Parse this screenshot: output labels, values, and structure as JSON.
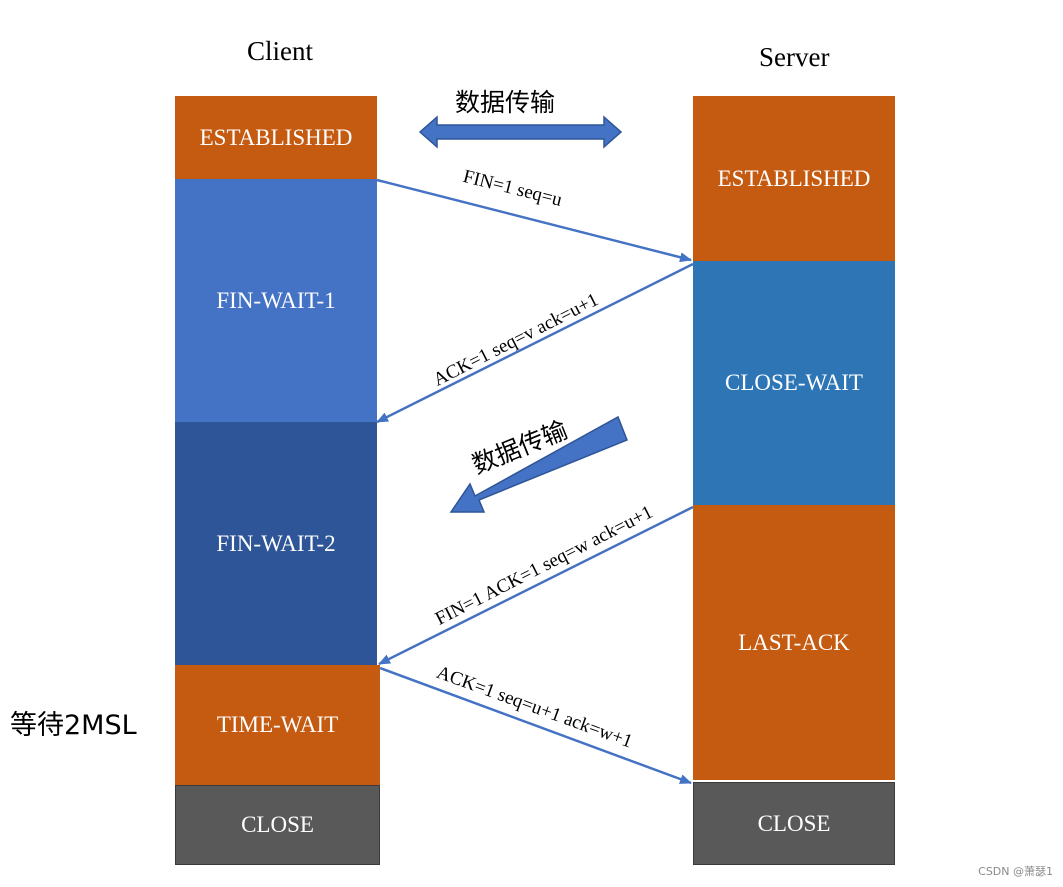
{
  "client": {
    "title": "Client",
    "states": [
      "ESTABLISHED",
      "FIN-WAIT-1",
      "FIN-WAIT-2",
      "TIME-WAIT",
      "CLOSE"
    ]
  },
  "server": {
    "title": "Server",
    "states": [
      "ESTABLISHED",
      "CLOSE-WAIT",
      "LAST-ACK",
      "CLOSE"
    ]
  },
  "data_transfer_label": "数据传输",
  "data_transfer_label_2": "数据传输",
  "messages": {
    "m1": "FIN=1 seq=u",
    "m2": "ACK=1 seq=v ack=u+1",
    "m3": "FIN=1 ACK=1 seq=w ack=u+1",
    "m4": "ACK=1 seq=u+1 ack=w+1"
  },
  "wait_label": "等待2MSL",
  "watermark": "CSDN @萧瑟1",
  "colors": {
    "orange": "#c55a11",
    "blue_light": "#4472c4",
    "blue_dark": "#2e5597",
    "blue_mid": "#2e75b6",
    "gray": "#595959",
    "arrow": "#4472c4"
  }
}
